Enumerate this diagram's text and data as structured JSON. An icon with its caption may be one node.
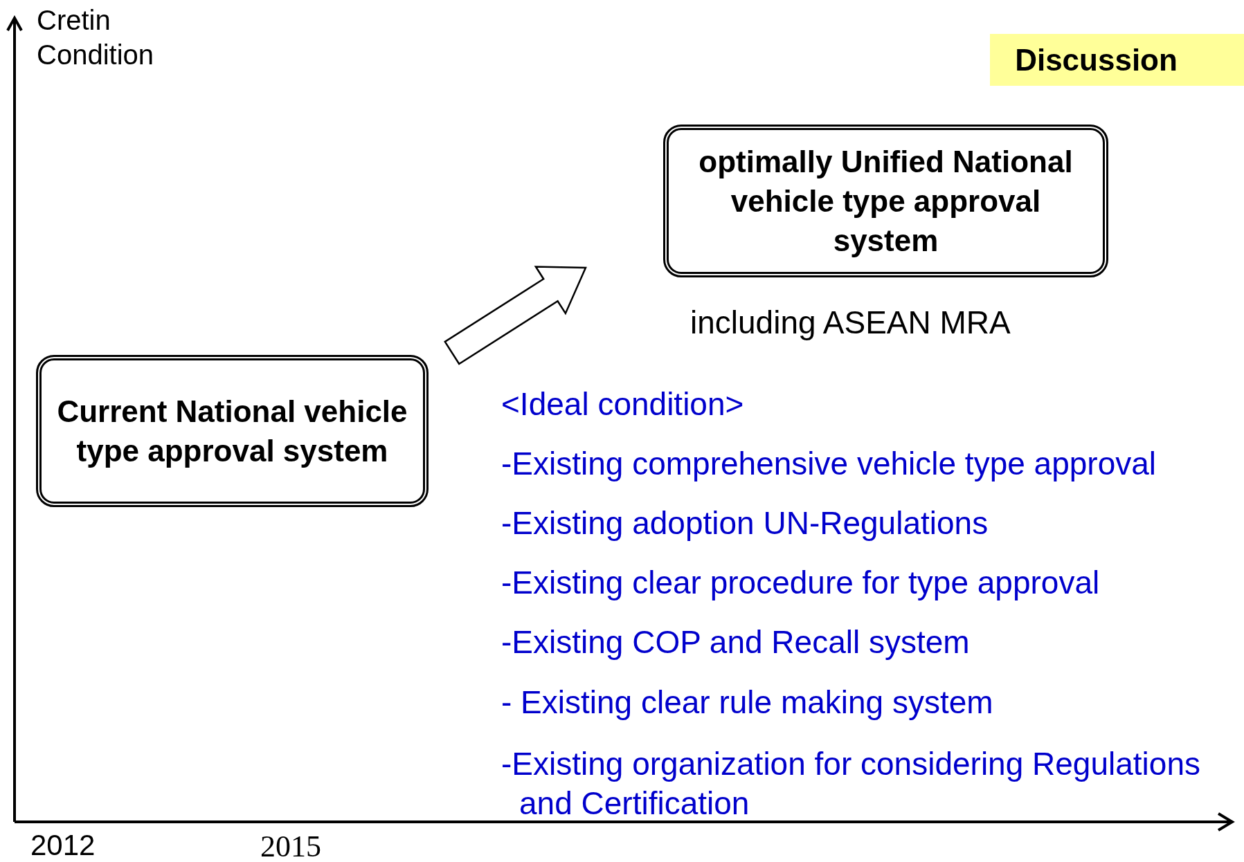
{
  "diagram": {
    "nodes": [
      {
        "text": [
          "Discussion"
        ]
      },
      {
        "text": [
          "optimally Unified National vehicle type approval system"
        ],
        "beside": [
          "including ASEAN MRA"
        ]
      },
      {
        "text": [
          "Current National vehicle type approval system"
        ]
      }
    ],
    "edges": [
      {
        "from": 2,
        "to": 1,
        "arrow": "to",
        "style": "thick"
      }
    ],
    "labels": [
      "Cretin Condition",
      "<Ideal condition>",
      "-Existing comprehensive vehicle type approval",
      "-Existing adoption UN-Regulations",
      "-Existing clear procedure for type approval",
      "-Existing COP and Recall system",
      "- Existing clear rule making system",
      "-Existing organization for considering Regulations and Certification",
      "2012",
      "2015"
    ]
  }
}
